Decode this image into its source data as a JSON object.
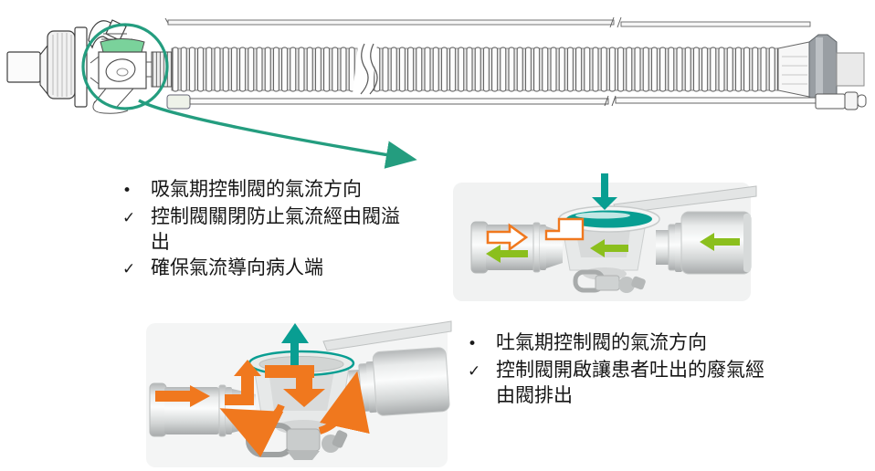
{
  "colors": {
    "teal_callout": "#249d7f",
    "teal_arrow": "#089e92",
    "orange": "#f0781e",
    "green": "#8bbf1d",
    "valve_cap_green": "#7ad29b"
  },
  "icons": {
    "callout": "teal-circle-and-pointer-arrow",
    "circuit_parts": [
      "angled-filter-connector",
      "control-valve",
      "corrugated-breathing-tube",
      "patient-end-connector",
      "thin-monitoring-lines"
    ],
    "inhale_arrows": [
      "teal-down-arrow",
      "orange-outline-right-arrow",
      "orange-outline-elbow",
      "green-left-arrows"
    ],
    "exhale_arrows": [
      "teal-up-arrow",
      "orange-right-arrow",
      "orange-up-elbow-arrow",
      "orange-down-elbow-arrow",
      "orange-swirl-arrows"
    ]
  },
  "notes": {
    "inhale": {
      "items": [
        {
          "marker": "•",
          "text": "吸氣期控制閥的氣流方向"
        },
        {
          "marker": "✓",
          "text": "控制閥關閉防止氣流經由閥溢\n出"
        },
        {
          "marker": "✓",
          "text": "確保氣流導向病人端"
        }
      ]
    },
    "exhale": {
      "items": [
        {
          "marker": "•",
          "text": "吐氣期控制閥的氣流方向"
        },
        {
          "marker": "✓",
          "text": "控制閥開啟讓患者吐出的廢氣經\n由閥排出"
        }
      ]
    }
  }
}
